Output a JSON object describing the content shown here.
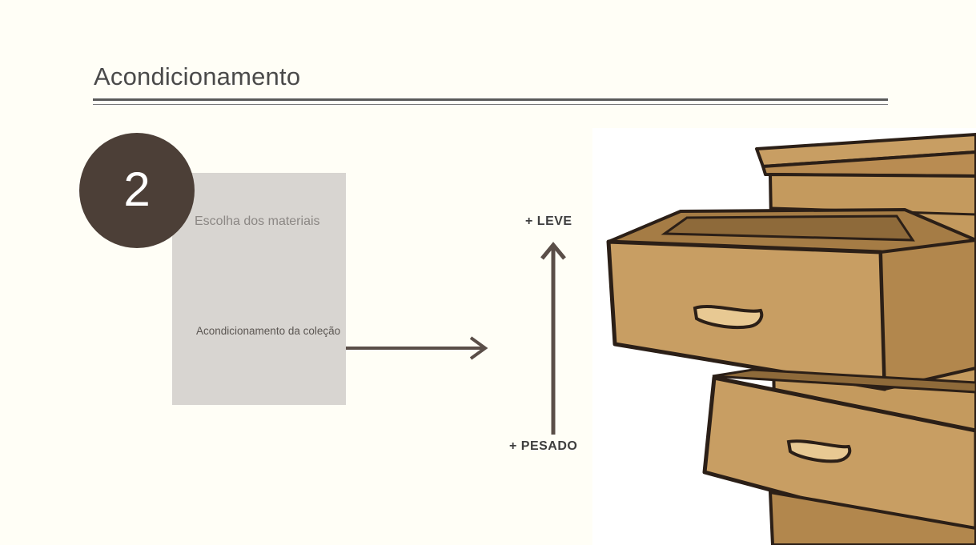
{
  "slide": {
    "title": "Acondicionamento",
    "step_number": "2",
    "items": [
      "Escolha dos materiais",
      "Acondicionamento da coleção"
    ],
    "scale_top_label": "+ LEVE",
    "scale_bottom_label": "+ PESADO",
    "colors": {
      "background": "#fffef6",
      "circle": "#4c3f37",
      "box": "#d8d5d1",
      "arrow": "#5a4e48",
      "drawer_wood": "#c49a5e",
      "drawer_outline": "#2b1f17"
    }
  }
}
